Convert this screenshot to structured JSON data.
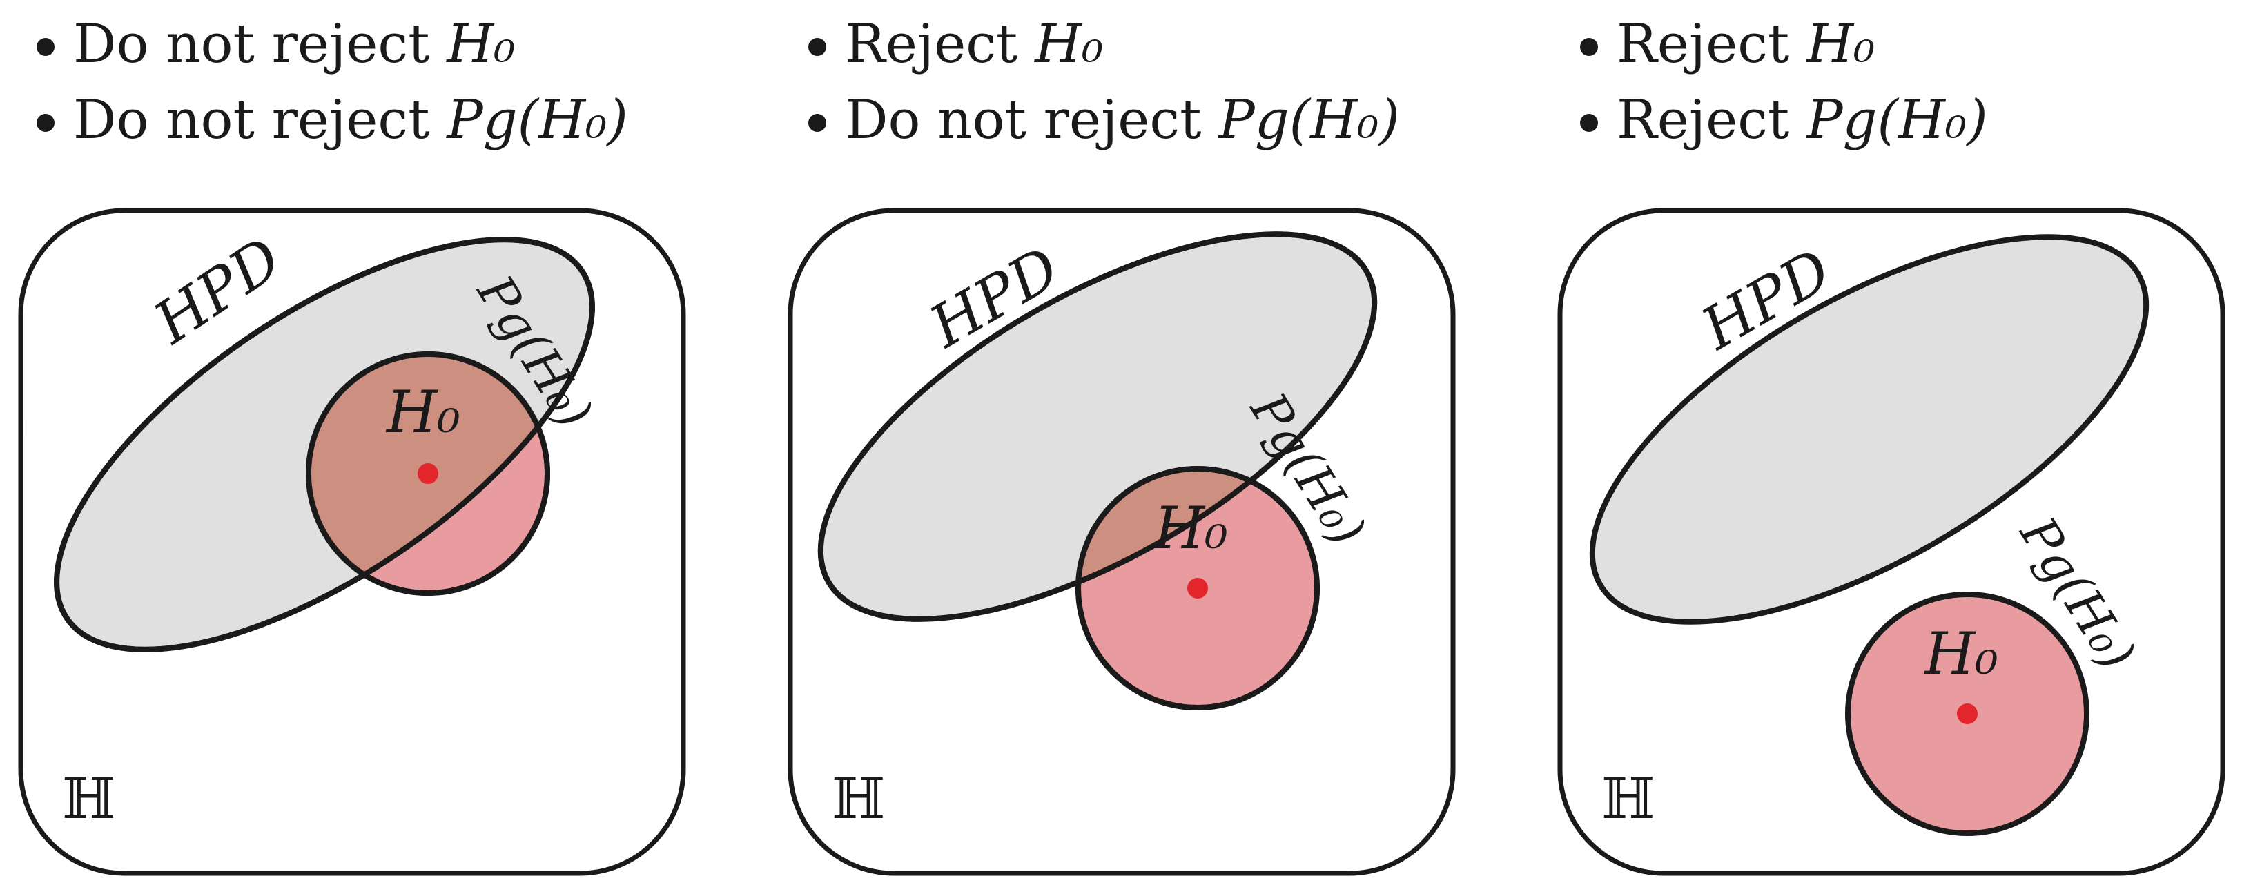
{
  "colors": {
    "ellipse_fill": "#e0e0e0",
    "circle_fill": "#e68a8f",
    "overlap_tint": "#cd8f80",
    "point": "#e3262b",
    "stroke": "#1a1a1a"
  },
  "panels": [
    {
      "bullets": [
        {
          "text": "Do not reject ",
          "math": "H₀"
        },
        {
          "text": "Do not reject ",
          "math": "Pg(H₀)"
        }
      ],
      "ellipse_label": "HPD",
      "circle_label": "H₀",
      "region_label": "Pg(H₀)",
      "space_label": "ℍ"
    },
    {
      "bullets": [
        {
          "text": "Reject ",
          "math": "H₀"
        },
        {
          "text": "Do not reject ",
          "math": "Pg(H₀)"
        }
      ],
      "ellipse_label": "HPD",
      "circle_label": "H₀",
      "region_label": "Pg(H₀)",
      "space_label": "ℍ"
    },
    {
      "bullets": [
        {
          "text": "Reject ",
          "math": "H₀"
        },
        {
          "text": "Reject ",
          "math": "Pg(H₀)"
        }
      ],
      "ellipse_label": "HPD",
      "circle_label": "H₀",
      "region_label": "Pg(H₀)",
      "space_label": "ℍ"
    }
  ]
}
